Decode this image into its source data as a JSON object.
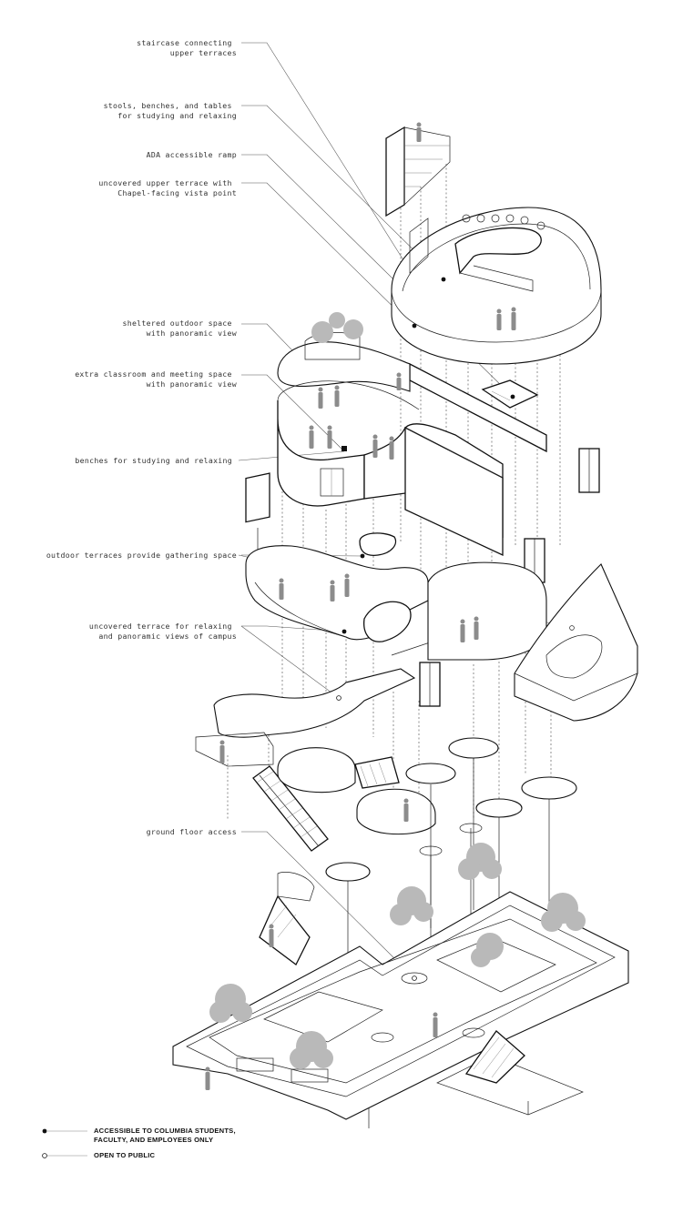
{
  "labels": [
    {
      "id": "staircase",
      "lines": [
        "staircase connecting",
        "upper terraces"
      ]
    },
    {
      "id": "stools",
      "lines": [
        "stools, benches, and tables",
        "for studying and relaxing"
      ]
    },
    {
      "id": "ramp",
      "lines": [
        "ADA accessible ramp"
      ]
    },
    {
      "id": "upper-terrace",
      "lines": [
        "uncovered upper terrace with",
        "Chapel-facing vista point"
      ]
    },
    {
      "id": "sheltered",
      "lines": [
        "sheltered outdoor space",
        "with panoramic view"
      ]
    },
    {
      "id": "classroom",
      "lines": [
        "extra classroom and meeting space",
        "with panoramic view"
      ]
    },
    {
      "id": "benches",
      "lines": [
        "benches for studying and relaxing"
      ]
    },
    {
      "id": "outdoor-terraces",
      "lines": [
        "outdoor terraces provide gathering space"
      ]
    },
    {
      "id": "uncovered-terrace",
      "lines": [
        "uncovered terrace for relaxing",
        "and panoramic views of campus"
      ]
    },
    {
      "id": "ground-floor",
      "lines": [
        "ground floor access"
      ]
    }
  ],
  "legend": [
    {
      "symbol": "filled-dot",
      "lines": [
        "ACCESSIBLE TO COLUMBIA STUDENTS,",
        "FACULTY, AND EMPLOYEES ONLY"
      ]
    },
    {
      "symbol": "hollow-dot",
      "lines": [
        "OPEN TO PUBLIC"
      ]
    }
  ]
}
